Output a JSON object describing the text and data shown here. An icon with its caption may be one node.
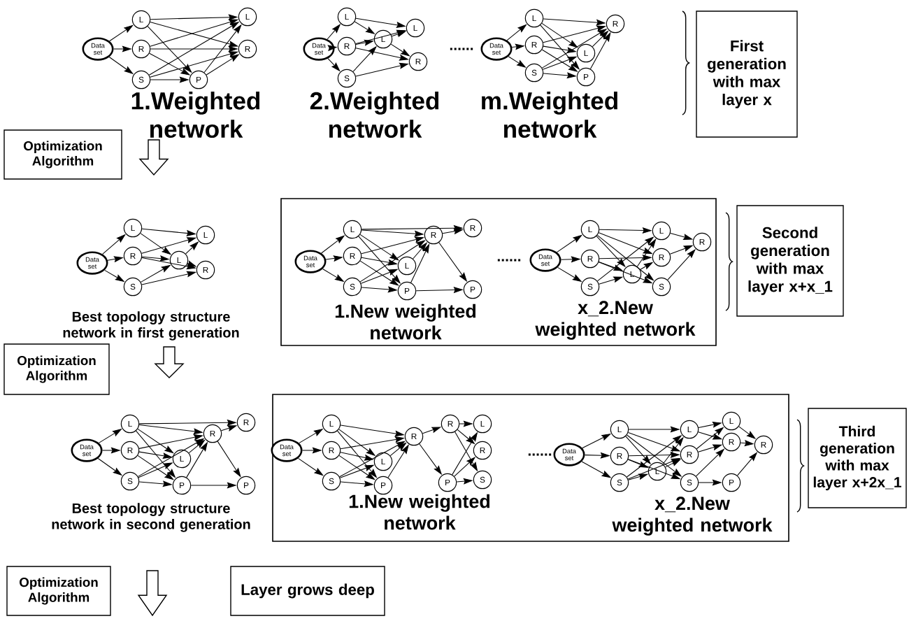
{
  "diagram": {
    "nodes": [
      {
        "text": [
          "Data set"
        ]
      },
      {
        "text": [
          "L"
        ]
      },
      {
        "text": [
          "R"
        ]
      },
      {
        "text": [
          "S"
        ]
      },
      {
        "text": [
          "P"
        ]
      },
      {
        "text": [
          "L"
        ]
      },
      {
        "text": [
          "R"
        ]
      },
      {
        "text": [
          "Data set"
        ]
      },
      {
        "text": [
          "L"
        ]
      },
      {
        "text": [
          "R"
        ]
      },
      {
        "text": [
          "S"
        ]
      },
      {
        "text": [
          "L"
        ]
      },
      {
        "text": [
          "L"
        ]
      },
      {
        "text": [
          "R"
        ]
      },
      {
        "text": [
          "Data set"
        ]
      },
      {
        "text": [
          "L"
        ]
      },
      {
        "text": [
          "R"
        ]
      },
      {
        "text": [
          "S"
        ]
      },
      {
        "text": [
          "L"
        ]
      },
      {
        "text": [
          "P"
        ]
      },
      {
        "text": [
          "R"
        ]
      },
      {
        "text": [
          "First generation with max layer x"
        ]
      },
      {
        "text": [
          "Optimization Algorithm"
        ]
      },
      {
        "text": [
          "Data set"
        ]
      },
      {
        "text": [
          "L"
        ]
      },
      {
        "text": [
          "R"
        ]
      },
      {
        "text": [
          "S"
        ]
      },
      {
        "text": [
          "L"
        ]
      },
      {
        "text": [
          "L"
        ]
      },
      {
        "text": [
          "R"
        ]
      },
      {
        "text": [
          "1.New weighted network",
          "x_2.New weighted network"
        ]
      },
      {
        "text": [
          "Data set"
        ],
        "in": 30
      },
      {
        "text": [
          "L"
        ],
        "in": 30
      },
      {
        "text": [
          "R"
        ],
        "in": 30
      },
      {
        "text": [
          "S"
        ],
        "in": 30
      },
      {
        "text": [
          "L"
        ],
        "in": 30
      },
      {
        "text": [
          "P"
        ],
        "in": 30
      },
      {
        "text": [
          "R"
        ],
        "in": 30
      },
      {
        "text": [
          "R"
        ],
        "in": 30
      },
      {
        "text": [
          "P"
        ],
        "in": 30
      },
      {
        "text": [
          "Data set"
        ],
        "in": 30
      },
      {
        "text": [
          "L"
        ],
        "in": 30
      },
      {
        "text": [
          "R"
        ],
        "in": 30
      },
      {
        "text": [
          "S"
        ],
        "in": 30
      },
      {
        "text": [
          "L"
        ],
        "in": 30
      },
      {
        "text": [
          "L"
        ],
        "in": 30
      },
      {
        "text": [
          "R"
        ],
        "in": 30
      },
      {
        "text": [
          "S"
        ],
        "in": 30
      },
      {
        "text": [
          "R"
        ],
        "in": 30
      },
      {
        "text": [
          "Second generation with max layer x+x_1"
        ]
      },
      {
        "text": [
          "Optimization Algorithm"
        ]
      },
      {
        "text": [
          "Data set"
        ]
      },
      {
        "text": [
          "L"
        ]
      },
      {
        "text": [
          "R"
        ]
      },
      {
        "text": [
          "S"
        ]
      },
      {
        "text": [
          "L"
        ]
      },
      {
        "text": [
          "P"
        ]
      },
      {
        "text": [
          "R"
        ]
      },
      {
        "text": [
          "R"
        ]
      },
      {
        "text": [
          "P"
        ]
      },
      {
        "text": [
          "1.New weighted network",
          "x_2.New weighted network"
        ]
      },
      {
        "text": [
          "Data set"
        ],
        "in": 60
      },
      {
        "text": [
          "L"
        ],
        "in": 60
      },
      {
        "text": [
          "R"
        ],
        "in": 60
      },
      {
        "text": [
          "S"
        ],
        "in": 60
      },
      {
        "text": [
          "L"
        ],
        "in": 60
      },
      {
        "text": [
          "P"
        ],
        "in": 60
      },
      {
        "text": [
          "R"
        ],
        "in": 60
      },
      {
        "text": [
          "R"
        ],
        "in": 60
      },
      {
        "text": [
          "P"
        ],
        "in": 60
      },
      {
        "text": [
          "L"
        ],
        "in": 60
      },
      {
        "text": [
          "R"
        ],
        "in": 60
      },
      {
        "text": [
          "S"
        ],
        "in": 60
      },
      {
        "text": [
          "Data set"
        ],
        "in": 60
      },
      {
        "text": [
          "L"
        ],
        "in": 60
      },
      {
        "text": [
          "R"
        ],
        "in": 60
      },
      {
        "text": [
          "S"
        ],
        "in": 60
      },
      {
        "text": [
          "L"
        ],
        "in": 60
      },
      {
        "text": [
          "L"
        ],
        "in": 60
      },
      {
        "text": [
          "R"
        ],
        "in": 60
      },
      {
        "text": [
          "S"
        ],
        "in": 60
      },
      {
        "text": [
          "L"
        ],
        "in": 60
      },
      {
        "text": [
          "R"
        ],
        "in": 60
      },
      {
        "text": [
          "P"
        ],
        "in": 60
      },
      {
        "text": [
          "R"
        ],
        "in": 60
      },
      {
        "text": [
          "Third generation with max layer x+2x_1"
        ]
      },
      {
        "text": [
          "Optimization Algorithm"
        ]
      },
      {
        "text": [
          "Layer grows deep"
        ]
      }
    ],
    "edges": [
      {
        "from": 0,
        "to": 1,
        "arrow": "to"
      },
      {
        "from": 0,
        "to": 2,
        "arrow": "to"
      },
      {
        "from": 0,
        "to": 3,
        "arrow": "to"
      },
      {
        "from": 1,
        "to": 5,
        "arrow": "to"
      },
      {
        "from": 1,
        "to": 6,
        "arrow": "to"
      },
      {
        "from": 1,
        "to": 4,
        "arrow": "to"
      },
      {
        "from": 2,
        "to": 5,
        "arrow": "to"
      },
      {
        "from": 2,
        "to": 6,
        "arrow": "to"
      },
      {
        "from": 2,
        "to": 4,
        "arrow": "to"
      },
      {
        "from": 3,
        "to": 5,
        "arrow": "to"
      },
      {
        "from": 3,
        "to": 6,
        "arrow": "to"
      },
      {
        "from": 3,
        "to": 4,
        "arrow": "to"
      },
      {
        "from": 4,
        "to": 5,
        "arrow": "to"
      },
      {
        "from": 4,
        "to": 6,
        "arrow": "to"
      },
      {
        "from": 7,
        "to": 8,
        "arrow": "to"
      },
      {
        "from": 7,
        "to": 9,
        "arrow": "to"
      },
      {
        "from": 7,
        "to": 10,
        "arrow": "to"
      },
      {
        "from": 8,
        "to": 12,
        "arrow": "to"
      },
      {
        "from": 8,
        "to": 11,
        "arrow": "to"
      },
      {
        "from": 9,
        "to": 12,
        "arrow": "to"
      },
      {
        "from": 9,
        "to": 11,
        "arrow": "to"
      },
      {
        "from": 9,
        "to": 13,
        "arrow": "to"
      },
      {
        "from": 10,
        "to": 11,
        "arrow": "to"
      },
      {
        "from": 10,
        "to": 13,
        "arrow": "to"
      },
      {
        "from": 11,
        "to": 12,
        "arrow": "to"
      },
      {
        "from": 11,
        "to": 13,
        "arrow": "to"
      },
      {
        "from": 14,
        "to": 15,
        "arrow": "to"
      },
      {
        "from": 14,
        "to": 16,
        "arrow": "to"
      },
      {
        "from": 14,
        "to": 17,
        "arrow": "to"
      },
      {
        "from": 15,
        "to": 20,
        "arrow": "to"
      },
      {
        "from": 15,
        "to": 18,
        "arrow": "to"
      },
      {
        "from": 15,
        "to": 19,
        "arrow": "to"
      },
      {
        "from": 16,
        "to": 20,
        "arrow": "to"
      },
      {
        "from": 16,
        "to": 18,
        "arrow": "to"
      },
      {
        "from": 16,
        "to": 19,
        "arrow": "to"
      },
      {
        "from": 17,
        "to": 20,
        "arrow": "to"
      },
      {
        "from": 17,
        "to": 18,
        "arrow": "to"
      },
      {
        "from": 17,
        "to": 19,
        "arrow": "to"
      },
      {
        "from": 18,
        "to": 20,
        "arrow": "to"
      },
      {
        "from": 19,
        "to": 20,
        "arrow": "to"
      },
      {
        "from": 23,
        "to": 24,
        "arrow": "to"
      },
      {
        "from": 23,
        "to": 25,
        "arrow": "to"
      },
      {
        "from": 23,
        "to": 26,
        "arrow": "to"
      },
      {
        "from": 24,
        "to": 28,
        "arrow": "to"
      },
      {
        "from": 24,
        "to": 27,
        "arrow": "to"
      },
      {
        "from": 25,
        "to": 28,
        "arrow": "to"
      },
      {
        "from": 25,
        "to": 27,
        "arrow": "to"
      },
      {
        "from": 25,
        "to": 29,
        "arrow": "to"
      },
      {
        "from": 26,
        "to": 27,
        "arrow": "to"
      },
      {
        "from": 26,
        "to": 29,
        "arrow": "to"
      },
      {
        "from": 27,
        "to": 28,
        "arrow": "to"
      },
      {
        "from": 27,
        "to": 29,
        "arrow": "to"
      },
      {
        "from": 31,
        "to": 32,
        "arrow": "to"
      },
      {
        "from": 31,
        "to": 33,
        "arrow": "to"
      },
      {
        "from": 31,
        "to": 34,
        "arrow": "to"
      },
      {
        "from": 32,
        "to": 37,
        "arrow": "to"
      },
      {
        "from": 32,
        "to": 35,
        "arrow": "to"
      },
      {
        "from": 32,
        "to": 36,
        "arrow": "to"
      },
      {
        "from": 33,
        "to": 37,
        "arrow": "to"
      },
      {
        "from": 33,
        "to": 35,
        "arrow": "to"
      },
      {
        "from": 33,
        "to": 36,
        "arrow": "to"
      },
      {
        "from": 34,
        "to": 37,
        "arrow": "to"
      },
      {
        "from": 34,
        "to": 35,
        "arrow": "to"
      },
      {
        "from": 34,
        "to": 36,
        "arrow": "to"
      },
      {
        "from": 35,
        "to": 37,
        "arrow": "to"
      },
      {
        "from": 36,
        "to": 37,
        "arrow": "to"
      },
      {
        "from": 37,
        "to": 38,
        "arrow": "to"
      },
      {
        "from": 37,
        "to": 39,
        "arrow": "to"
      },
      {
        "from": 32,
        "to": 38,
        "arrow": "to"
      },
      {
        "from": 36,
        "to": 39,
        "arrow": "to"
      },
      {
        "from": 40,
        "to": 41,
        "arrow": "to"
      },
      {
        "from": 40,
        "to": 42,
        "arrow": "to"
      },
      {
        "from": 40,
        "to": 43,
        "arrow": "to"
      },
      {
        "from": 41,
        "to": 45,
        "arrow": "to"
      },
      {
        "from": 41,
        "to": 44,
        "arrow": "to"
      },
      {
        "from": 41,
        "to": 46,
        "arrow": "to"
      },
      {
        "from": 41,
        "to": 47,
        "arrow": "to"
      },
      {
        "from": 42,
        "to": 44,
        "arrow": "to"
      },
      {
        "from": 42,
        "to": 46,
        "arrow": "to"
      },
      {
        "from": 42,
        "to": 47,
        "arrow": "to"
      },
      {
        "from": 43,
        "to": 44,
        "arrow": "to"
      },
      {
        "from": 43,
        "to": 45,
        "arrow": "to"
      },
      {
        "from": 44,
        "to": 45,
        "arrow": "to"
      },
      {
        "from": 44,
        "to": 46,
        "arrow": "to"
      },
      {
        "from": 45,
        "to": 48,
        "arrow": "to"
      },
      {
        "from": 46,
        "to": 48,
        "arrow": "to"
      },
      {
        "from": 47,
        "to": 48,
        "arrow": "to"
      },
      {
        "from": 51,
        "to": 52,
        "arrow": "to"
      },
      {
        "from": 51,
        "to": 53,
        "arrow": "to"
      },
      {
        "from": 51,
        "to": 54,
        "arrow": "to"
      },
      {
        "from": 52,
        "to": 57,
        "arrow": "to"
      },
      {
        "from": 52,
        "to": 55,
        "arrow": "to"
      },
      {
        "from": 52,
        "to": 56,
        "arrow": "to"
      },
      {
        "from": 53,
        "to": 57,
        "arrow": "to"
      },
      {
        "from": 53,
        "to": 55,
        "arrow": "to"
      },
      {
        "from": 53,
        "to": 56,
        "arrow": "to"
      },
      {
        "from": 54,
        "to": 57,
        "arrow": "to"
      },
      {
        "from": 54,
        "to": 55,
        "arrow": "to"
      },
      {
        "from": 54,
        "to": 56,
        "arrow": "to"
      },
      {
        "from": 55,
        "to": 57,
        "arrow": "to"
      },
      {
        "from": 56,
        "to": 57,
        "arrow": "to"
      },
      {
        "from": 57,
        "to": 58,
        "arrow": "to"
      },
      {
        "from": 57,
        "to": 59,
        "arrow": "to"
      },
      {
        "from": 56,
        "to": 59,
        "arrow": "to"
      },
      {
        "from": 52,
        "to": 58,
        "arrow": "to"
      },
      {
        "from": 61,
        "to": 62,
        "arrow": "to"
      },
      {
        "from": 61,
        "to": 63,
        "arrow": "to"
      },
      {
        "from": 61,
        "to": 64,
        "arrow": "to"
      },
      {
        "from": 62,
        "to": 67,
        "arrow": "to"
      },
      {
        "from": 62,
        "to": 65,
        "arrow": "to"
      },
      {
        "from": 62,
        "to": 66,
        "arrow": "to"
      },
      {
        "from": 63,
        "to": 67,
        "arrow": "to"
      },
      {
        "from": 63,
        "to": 65,
        "arrow": "to"
      },
      {
        "from": 63,
        "to": 66,
        "arrow": "to"
      },
      {
        "from": 64,
        "to": 67,
        "arrow": "to"
      },
      {
        "from": 64,
        "to": 65,
        "arrow": "to"
      },
      {
        "from": 64,
        "to": 66,
        "arrow": "to"
      },
      {
        "from": 65,
        "to": 67,
        "arrow": "to"
      },
      {
        "from": 66,
        "to": 67,
        "arrow": "to"
      },
      {
        "from": 67,
        "to": 68,
        "arrow": "to"
      },
      {
        "from": 67,
        "to": 69,
        "arrow": "to"
      },
      {
        "from": 68,
        "to": 70,
        "arrow": "to"
      },
      {
        "from": 68,
        "to": 71,
        "arrow": "to"
      },
      {
        "from": 68,
        "to": 72,
        "arrow": "to"
      },
      {
        "from": 69,
        "to": 70,
        "arrow": "to"
      },
      {
        "from": 69,
        "to": 71,
        "arrow": "to"
      },
      {
        "from": 69,
        "to": 72,
        "arrow": "to"
      },
      {
        "from": 73,
        "to": 74,
        "arrow": "to"
      },
      {
        "from": 73,
        "to": 75,
        "arrow": "to"
      },
      {
        "from": 73,
        "to": 76,
        "arrow": "to"
      },
      {
        "from": 74,
        "to": 78,
        "arrow": "to"
      },
      {
        "from": 74,
        "to": 77,
        "arrow": "to"
      },
      {
        "from": 74,
        "to": 79,
        "arrow": "to"
      },
      {
        "from": 74,
        "to": 80,
        "arrow": "to"
      },
      {
        "from": 75,
        "to": 77,
        "arrow": "to"
      },
      {
        "from": 75,
        "to": 79,
        "arrow": "to"
      },
      {
        "from": 75,
        "to": 80,
        "arrow": "to"
      },
      {
        "from": 76,
        "to": 77,
        "arrow": "to"
      },
      {
        "from": 76,
        "to": 78,
        "arrow": "to"
      },
      {
        "from": 76,
        "to": 79,
        "arrow": "to"
      },
      {
        "from": 77,
        "to": 78,
        "arrow": "to"
      },
      {
        "from": 77,
        "to": 79,
        "arrow": "to"
      },
      {
        "from": 78,
        "to": 81,
        "arrow": "to"
      },
      {
        "from": 78,
        "to": 82,
        "arrow": "to"
      },
      {
        "from": 79,
        "to": 82,
        "arrow": "to"
      },
      {
        "from": 79,
        "to": 81,
        "arrow": "to"
      },
      {
        "from": 80,
        "to": 83,
        "arrow": "to"
      },
      {
        "from": 80,
        "to": 82,
        "arrow": "to"
      },
      {
        "from": 81,
        "to": 84,
        "arrow": "to"
      },
      {
        "from": 82,
        "to": 84,
        "arrow": "to"
      },
      {
        "from": 83,
        "to": 84,
        "arrow": "to"
      }
    ],
    "labels": [
      "......",
      "1.Weighted network",
      "2.Weighted network",
      "m.Weighted network",
      "......",
      "Best topology structure network in first generation",
      "......",
      "Best topology structure network in second generation"
    ]
  }
}
